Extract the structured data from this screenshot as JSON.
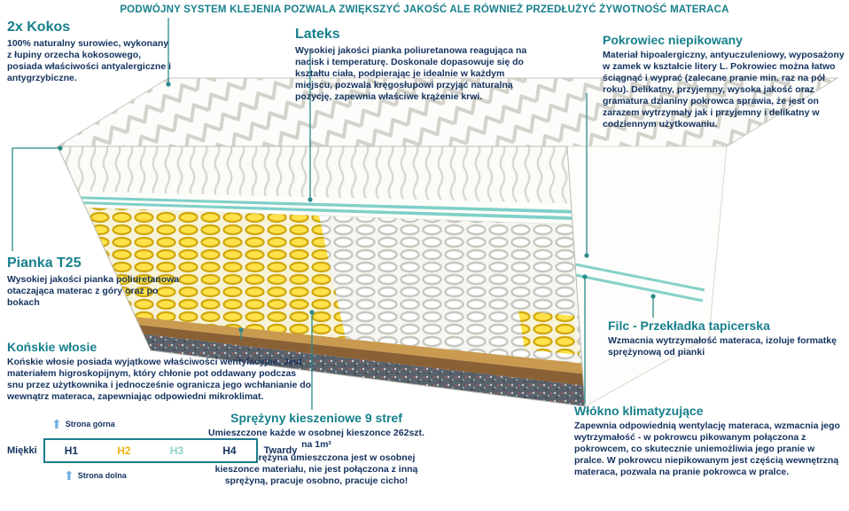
{
  "title": "PODWÓJNY SYSTEM KLEJENIA POZWALA ZWIĘKSZYĆ JAKOŚĆ ALE RÓWNIEŻ PRZEDŁUŻYĆ ŻYWOTNOŚĆ MATERACA",
  "blocks": {
    "kokos": {
      "heading": "2x Kokos",
      "body": "100% naturalny surowiec, wykonany z łupiny orzecha kokosowego, posiada właściwości antyalergiczne i antygrzybiczne."
    },
    "lateks": {
      "heading": "Lateks",
      "body": "Wysokiej jakości pianka poliuretanowa reagująca na nacisk i temperaturę. Doskonale dopasowuje się do kształtu ciała, podpierając je idealnie w każdym miejscu, pozwala kręgosłupowi przyjąć naturalną pozycję, zapewnia właściwe krążenie krwi."
    },
    "pokrowiec": {
      "heading": "Pokrowiec niepikowany",
      "body": "Materiał hipoalergiczny, antyuczuleniowy, wyposażony w zamek w kształcie litery L. Pokrowiec można łatwo ściągnąć i wyprać (zalecane pranie min. raz na pół roku). Delikatny, przyjemny, wysoka jakość oraz gramatura dzianiny pokrowca sprawia, że jest on zarazem wytrzymały jak i przyjemny i delikatny w codziennym użytkowaniu."
    },
    "pianka": {
      "heading": "Pianka T25",
      "body": "Wysokiej jakości pianka poliuretanowa otaczająca materac z góry oraz po bokach"
    },
    "konskie": {
      "heading": "Końskie włosie",
      "body": "Końskie włosie posiada wyjątkowe właściwości wentylacyjne. Jest materiałem higroskopijnym, który chłonie pot oddawany podczas snu przez użytkownika i jednocześnie ogranicza jego wchłanianie do wewnątrz materaca, zapewniając odpowiedni mikroklimat."
    },
    "sprezyny": {
      "heading": "Sprężyny kieszeniowe 9 stref",
      "body1": "Umieszczone każde w osobnej kieszonce 262szt. na 1m²",
      "body2": "Każda sprężyna umieszczona jest w osobnej kieszonce materiału, nie jest połączona z inną sprężyną, pracuje osobno, pracuje cicho!"
    },
    "filc": {
      "heading": "Filc - Przekładka tapicerska",
      "body": "Wzmacnia wytrzymałość materaca, izoluje formatkę sprężynową od pianki"
    },
    "wlokno": {
      "heading": "Włókno klimatyzujące",
      "body": "Zapewnia odpowiednią wentylację materaca, wzmacnia jego wytrzymałość - w pokrowcu pikowanym połączona z pokrowcem, co skutecznie uniemożliwia jego pranie w pralce. W pokrowcu niepikowanym jest częścią wewnętrzną materaca, pozwala na pranie pokrowca w pralce."
    }
  },
  "scale": {
    "top_note": "Strona górna",
    "bottom_note": "Strona dolna",
    "left_label": "Miękki",
    "right_label": "Twardy",
    "levels": [
      {
        "label": "H1",
        "color": "#14325f"
      },
      {
        "label": "H2",
        "color": "#e8b414"
      },
      {
        "label": "H3",
        "color": "#8fd0c8"
      },
      {
        "label": "H4",
        "color": "#14325f"
      }
    ]
  },
  "colors": {
    "heading_teal": "#17808c",
    "body_navy": "#14325f",
    "connector_teal": "#2a8a8a",
    "spring_yellow": "#ffe24a",
    "climate_fiber_aqua": "#7fd0c8",
    "felt_tan": "#c99a4f",
    "horsehair_brown": "#8a6134",
    "scale_border": "#1e7b8c",
    "arrow_blue": "#72aede"
  }
}
